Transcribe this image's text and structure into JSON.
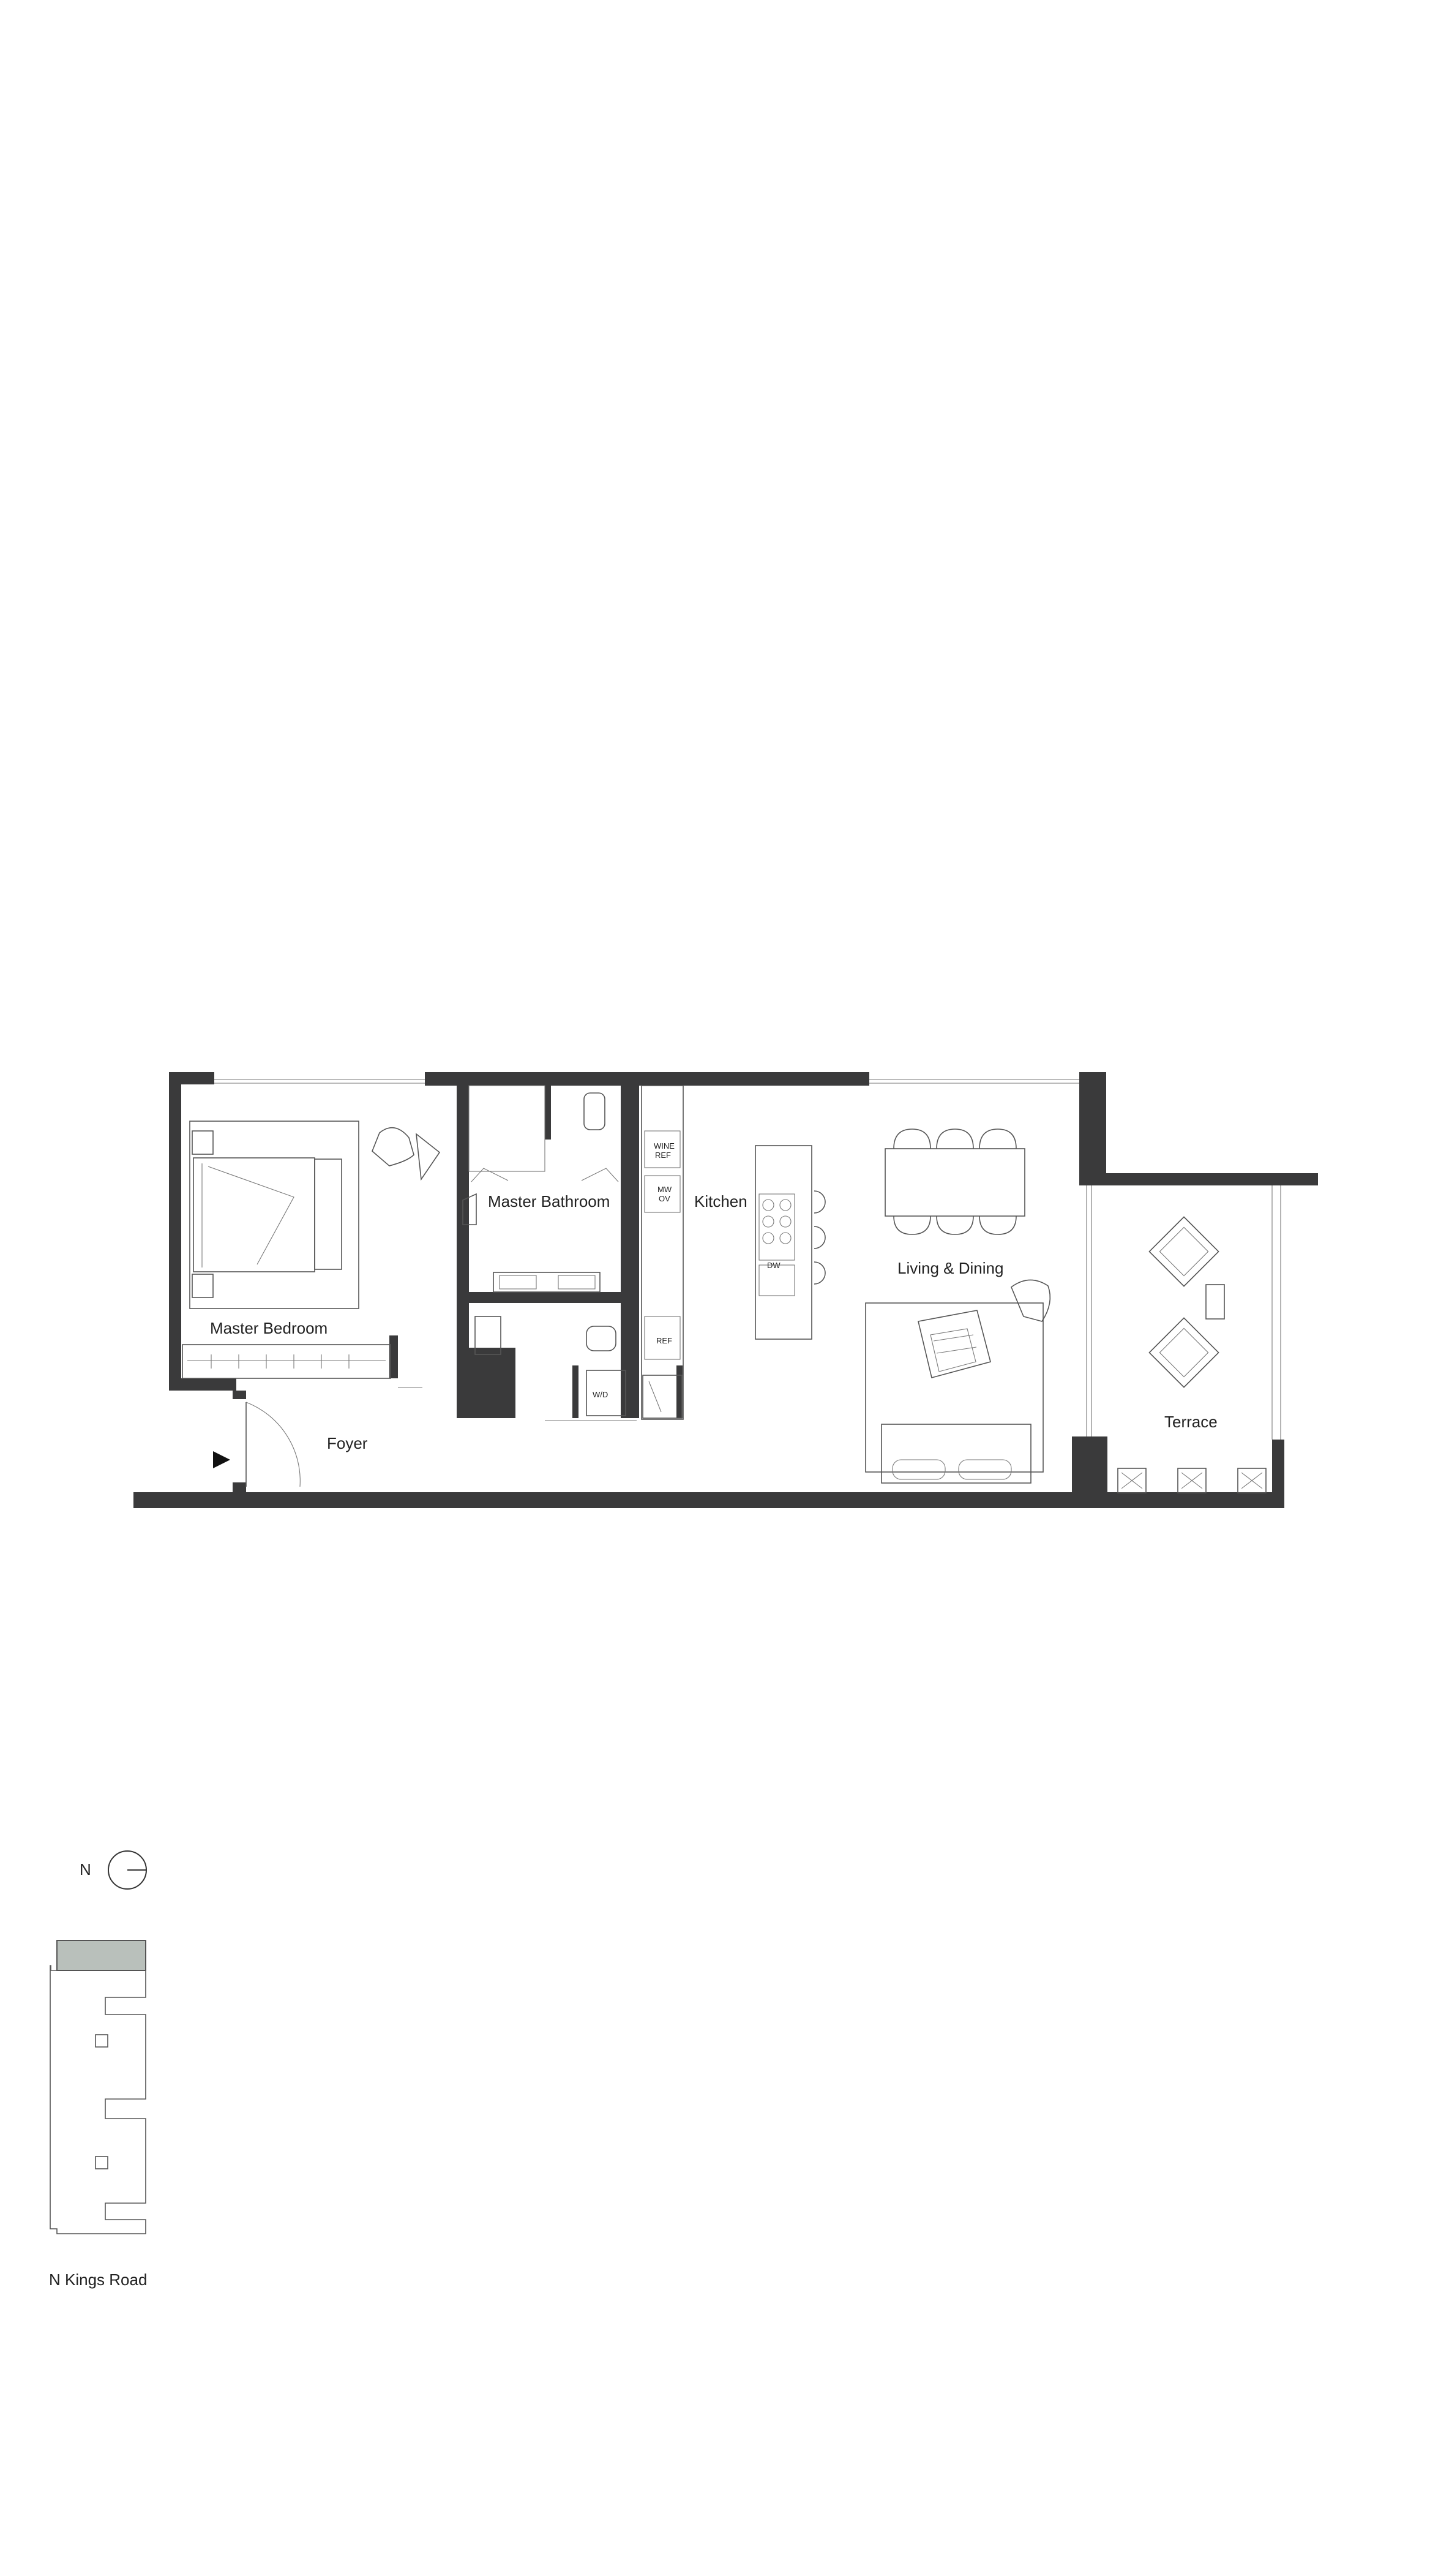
{
  "rooms": {
    "master_bedroom": "Master Bedroom",
    "master_bathroom": "Master Bathroom",
    "kitchen": "Kitchen",
    "living_dining": "Living & Dining",
    "foyer": "Foyer",
    "terrace": "Terrace"
  },
  "appliances": {
    "wine_ref_line1": "WINE",
    "wine_ref_line2": "REF",
    "mw_line1": "MW",
    "mw_line2": "OV",
    "ref": "REF",
    "dw": "DW",
    "wd": "W/D"
  },
  "key": {
    "north": "N",
    "street": "N Kings Road"
  },
  "colors": {
    "wall": "#3a3a3b",
    "highlight": "#b9c0bb",
    "line": "#555555"
  }
}
